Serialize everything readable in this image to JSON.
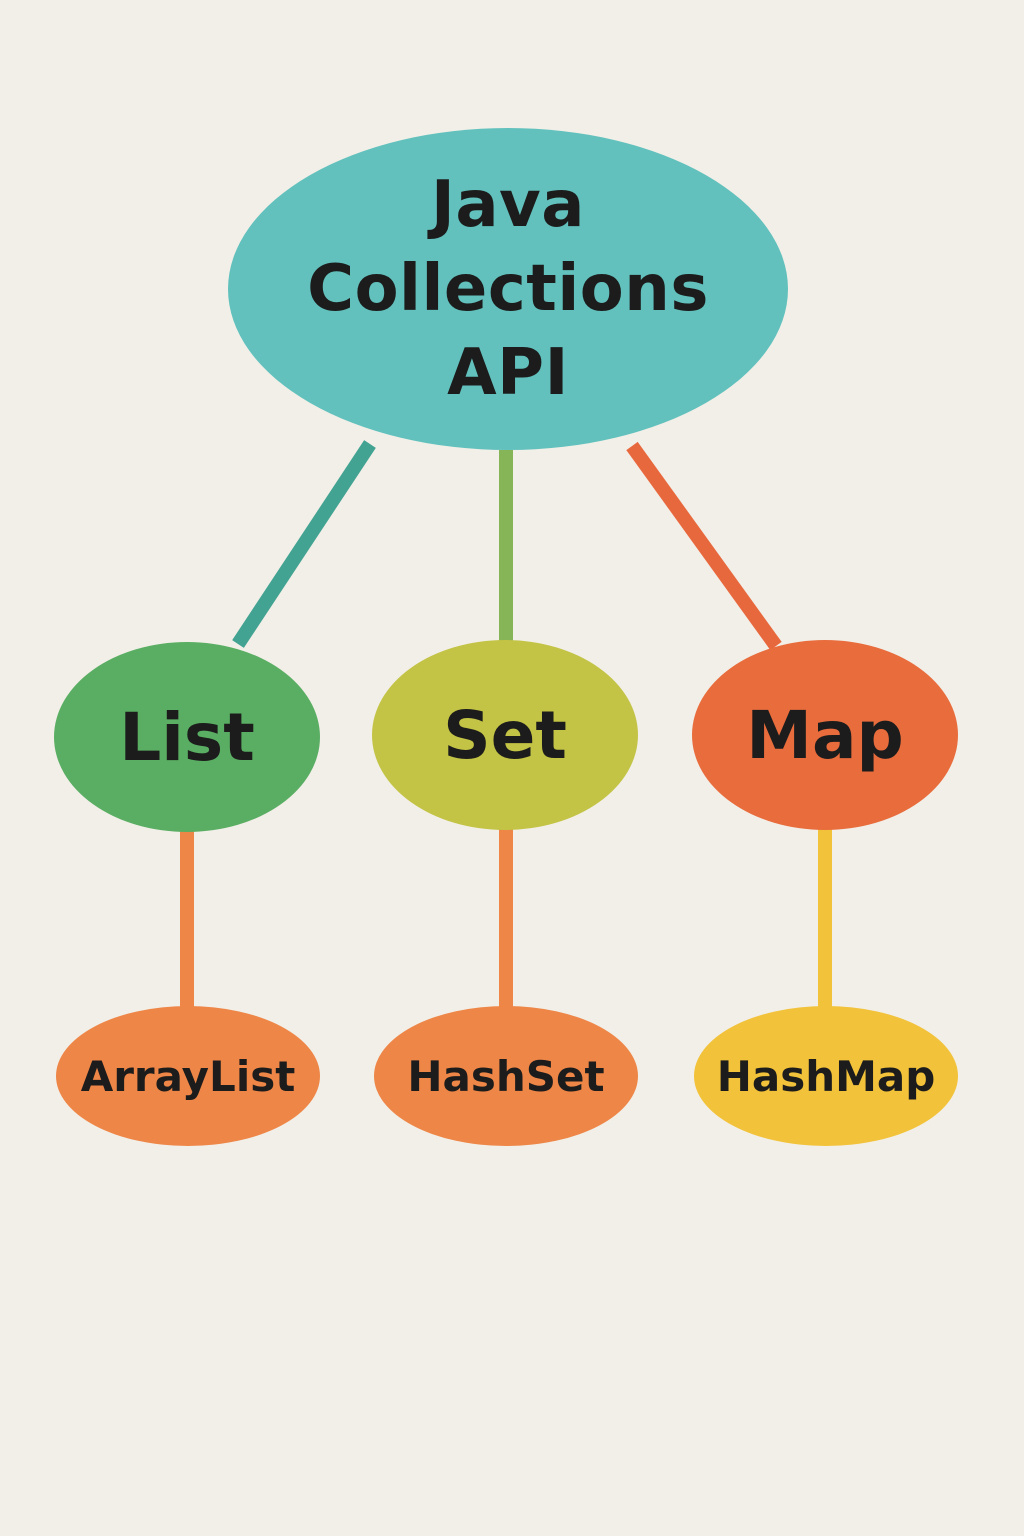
{
  "colors": {
    "background": "#f2efe8",
    "root": "#62c1bd",
    "list": "#5aae63",
    "set": "#c3c345",
    "map": "#e86c3c",
    "arraylist": "#ee8647",
    "hashset": "#ee8647",
    "hashmap": "#f2c23a",
    "edge_root_list": "#43a392",
    "edge_root_set": "#86b558",
    "edge_root_map": "#e8683d",
    "edge_list_arraylist": "#ee8647",
    "edge_set_hashset": "#ee8647",
    "edge_map_hashmap": "#f2c23a"
  },
  "root": {
    "label": "Java\nCollections\nAPI"
  },
  "interfaces": [
    {
      "id": "list",
      "label": "List"
    },
    {
      "id": "set",
      "label": "Set"
    },
    {
      "id": "map",
      "label": "Map"
    }
  ],
  "implementations": [
    {
      "id": "arraylist",
      "parent": "list",
      "label": "ArrayList"
    },
    {
      "id": "hashset",
      "parent": "set",
      "label": "HashSet"
    },
    {
      "id": "hashmap",
      "parent": "map",
      "label": "HashMap"
    }
  ],
  "edges": [
    {
      "from": "root",
      "to": "list"
    },
    {
      "from": "root",
      "to": "set"
    },
    {
      "from": "root",
      "to": "map"
    },
    {
      "from": "list",
      "to": "arraylist"
    },
    {
      "from": "set",
      "to": "hashset"
    },
    {
      "from": "map",
      "to": "hashmap"
    }
  ]
}
